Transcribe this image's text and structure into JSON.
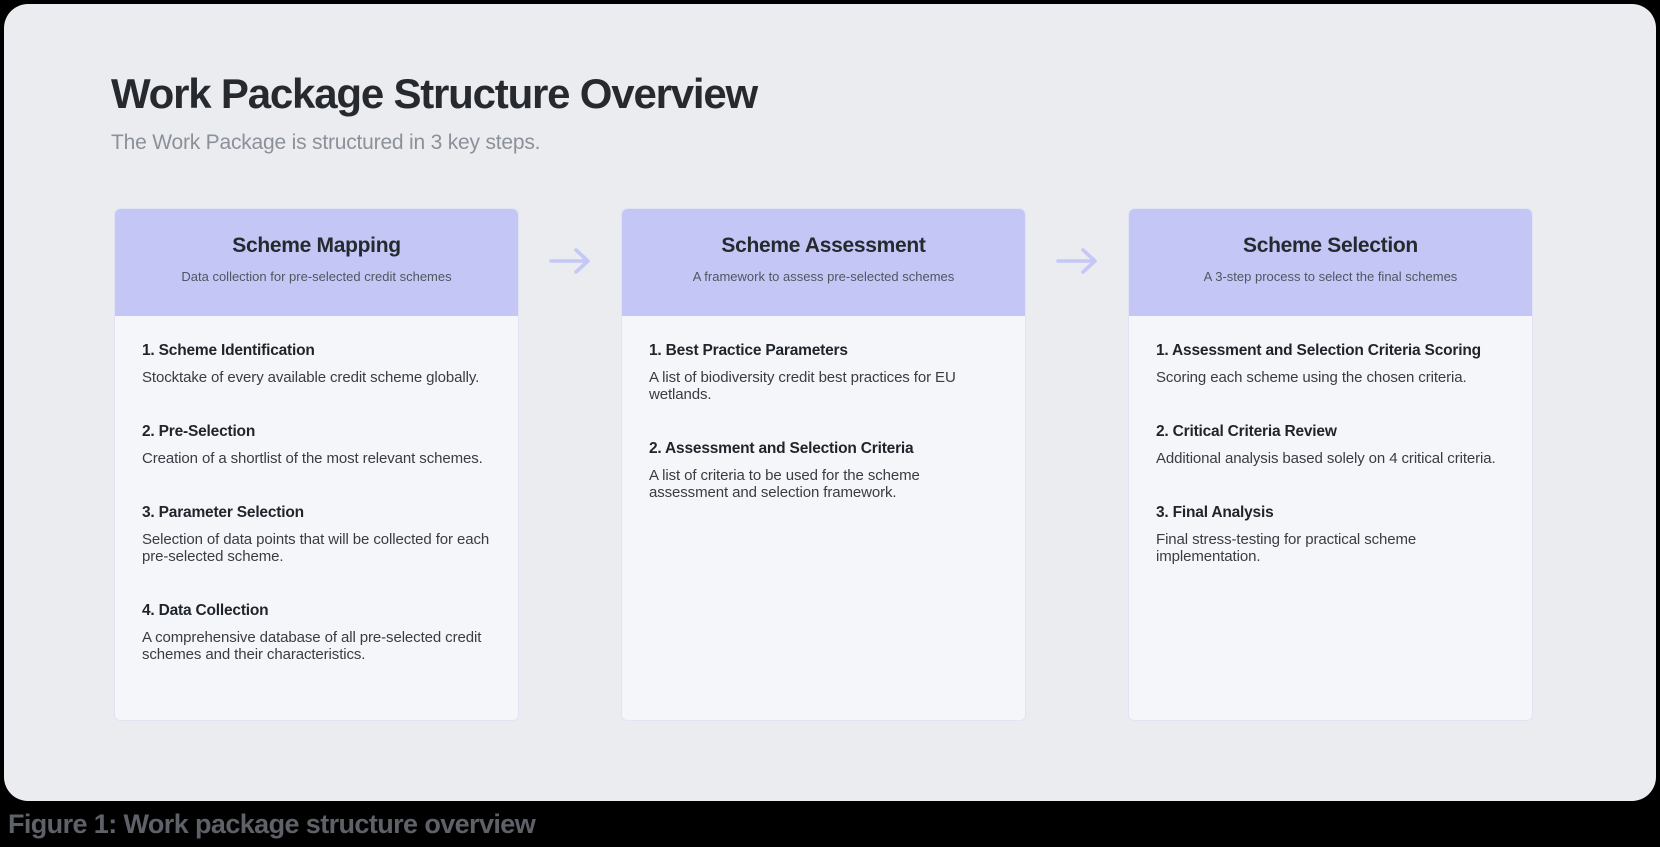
{
  "page": {
    "title": "Work Package Structure Overview",
    "subtitle": "The Work Package is structured in 3 key steps.",
    "caption": "Figure 1: Work package structure overview"
  },
  "colors": {
    "outer_background": "#000000",
    "panel_background": "#EAECF0",
    "card_header_background": "#C4C7F6",
    "card_body_background": "#F5F6FA",
    "card_border": "#E2E4F4",
    "arrow": "#C5C8F7",
    "title_text": "#26292E",
    "subtitle_text": "#8C9199",
    "step_title_text": "#1F242B",
    "step_desc_text": "#383C43",
    "caption_text": "#5E6268"
  },
  "icons": {
    "between_cards": "arrow-right-icon"
  },
  "cards": [
    {
      "title": "Scheme Mapping",
      "subtitle": "Data collection for pre-selected credit schemes",
      "steps": [
        {
          "title": "1. Scheme Identification",
          "desc": "Stocktake of every available credit scheme globally."
        },
        {
          "title": "2. Pre-Selection",
          "desc": "Creation of a shortlist of the most relevant schemes."
        },
        {
          "title": "3. Parameter Selection",
          "desc": "Selection of data points that will be collected for each pre-selected scheme."
        },
        {
          "title": "4. Data Collection",
          "desc": "A comprehensive database of all pre-selected credit schemes and their characteristics."
        }
      ]
    },
    {
      "title": "Scheme Assessment",
      "subtitle": "A framework to assess pre-selected schemes",
      "steps": [
        {
          "title": "1. Best Practice Parameters",
          "desc": "A list of biodiversity credit best practices for EU wetlands."
        },
        {
          "title": "2. Assessment and Selection Criteria",
          "desc": "A list of criteria to be used for the scheme assessment and selection framework."
        }
      ]
    },
    {
      "title": "Scheme Selection",
      "subtitle": "A 3-step process to select the final schemes",
      "steps": [
        {
          "title": "1. Assessment and Selection Criteria Scoring",
          "desc": "Scoring each scheme using the chosen criteria."
        },
        {
          "title": "2. Critical Criteria Review",
          "desc": "Additional analysis based solely on 4 critical criteria."
        },
        {
          "title": "3. Final Analysis",
          "desc": "Final stress-testing for practical scheme implementation."
        }
      ]
    }
  ]
}
